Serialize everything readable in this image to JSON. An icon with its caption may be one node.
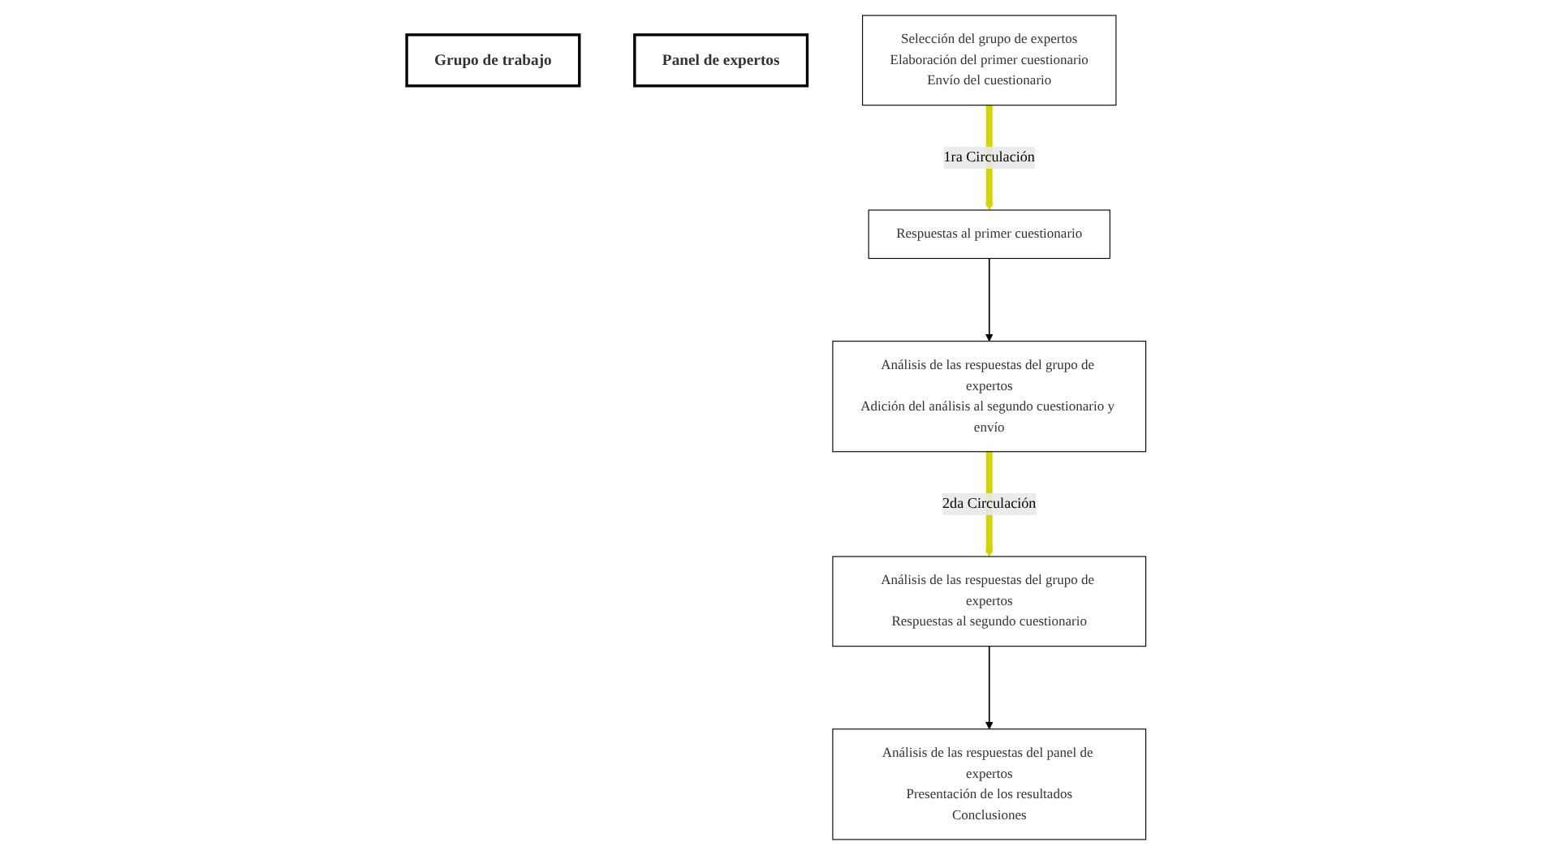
{
  "diagram": {
    "nodes": [
      {
        "text": [
          "Grupo de trabajo"
        ]
      },
      {
        "text": [
          "Panel de expertos"
        ]
      },
      {
        "text": [
          "Selección del grupo de expertos",
          "Elaboración del primer cuestionario",
          "Envío del cuestionario"
        ]
      },
      {
        "text": [
          "Respuestas al primer cuestionario"
        ]
      },
      {
        "text": [
          "Análisis de las respuestas del grupo de expertos",
          "Adición del análisis al segundo cuestionario y envío"
        ]
      },
      {
        "text": [
          "Análisis de las respuestas del grupo de expertos",
          "Respuestas al segundo cuestionario"
        ]
      },
      {
        "text": [
          "Análisis de las respuestas del panel de expertos",
          "Presentación de los resultados",
          "Conclusiones"
        ]
      }
    ],
    "edges": [
      {
        "from": 2,
        "to": 3,
        "arrow": "to",
        "label": "1ra Circulación",
        "style": "thick",
        "color": "#d4d400"
      },
      {
        "from": 3,
        "to": 4,
        "arrow": "to",
        "color": "#000000"
      },
      {
        "from": 4,
        "to": 5,
        "arrow": "to",
        "label": "2da Circulación",
        "style": "thick",
        "color": "#d4d400"
      },
      {
        "from": 5,
        "to": 6,
        "arrow": "to",
        "color": "#000000"
      }
    ]
  }
}
